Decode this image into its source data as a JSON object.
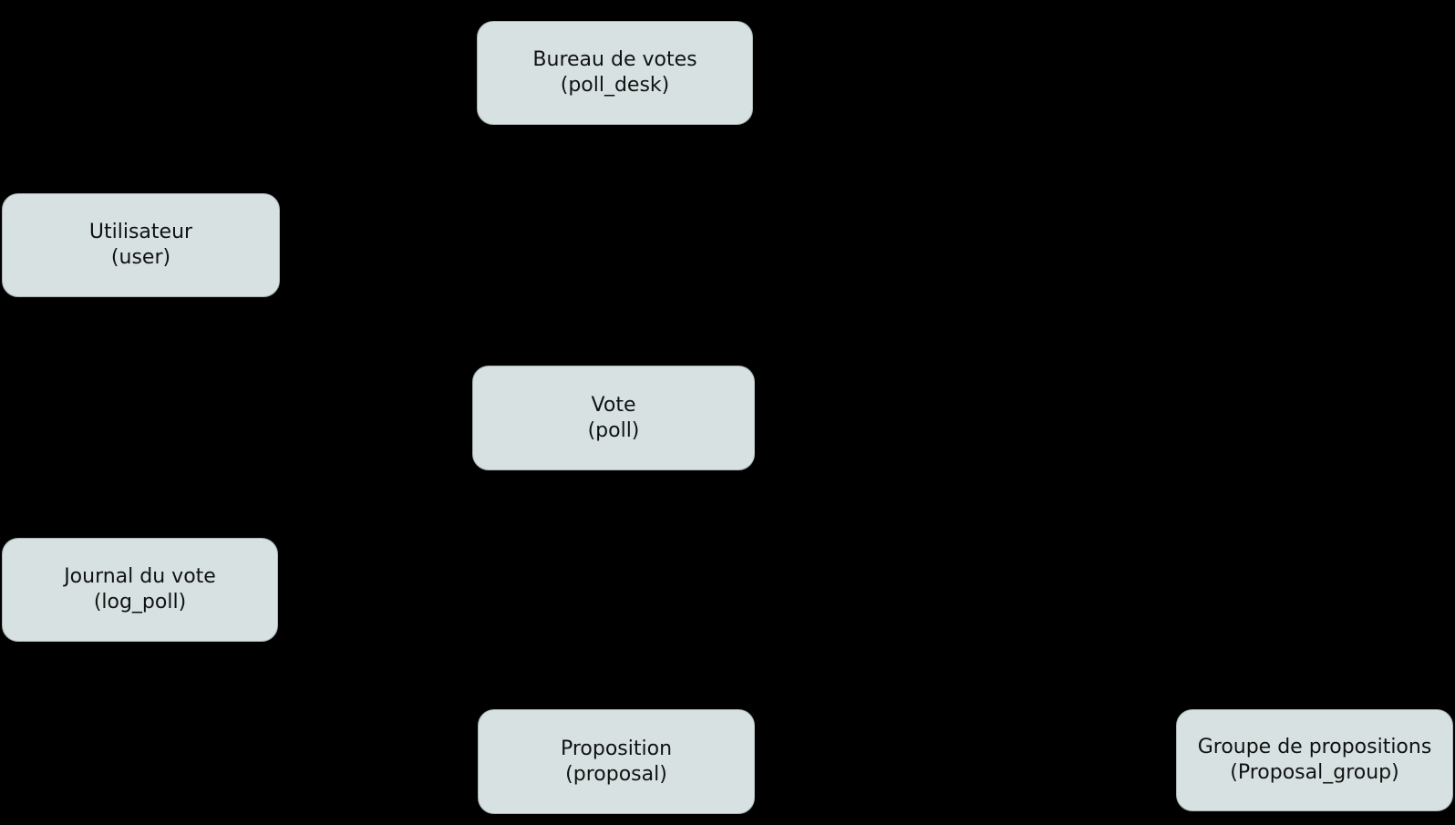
{
  "diagram": {
    "type": "entity-diagram",
    "background_color": "#000000",
    "node_fill_color": "#d7e1e1",
    "node_border_color": "#a9b4b4",
    "node_text_color": "#101212",
    "nodes": [
      {
        "id": "poll_desk",
        "title": "Bureau de votes",
        "subtitle": "(poll_desk)"
      },
      {
        "id": "user",
        "title": "Utilisateur",
        "subtitle": "(user)"
      },
      {
        "id": "poll",
        "title": "Vote",
        "subtitle": "(poll)"
      },
      {
        "id": "log_poll",
        "title": "Journal du vote",
        "subtitle": "(log_poll)"
      },
      {
        "id": "proposal",
        "title": "Proposition",
        "subtitle": "(proposal)"
      },
      {
        "id": "proposal_group",
        "title": "Groupe de propositions",
        "subtitle": "(Proposal_group)"
      }
    ]
  }
}
